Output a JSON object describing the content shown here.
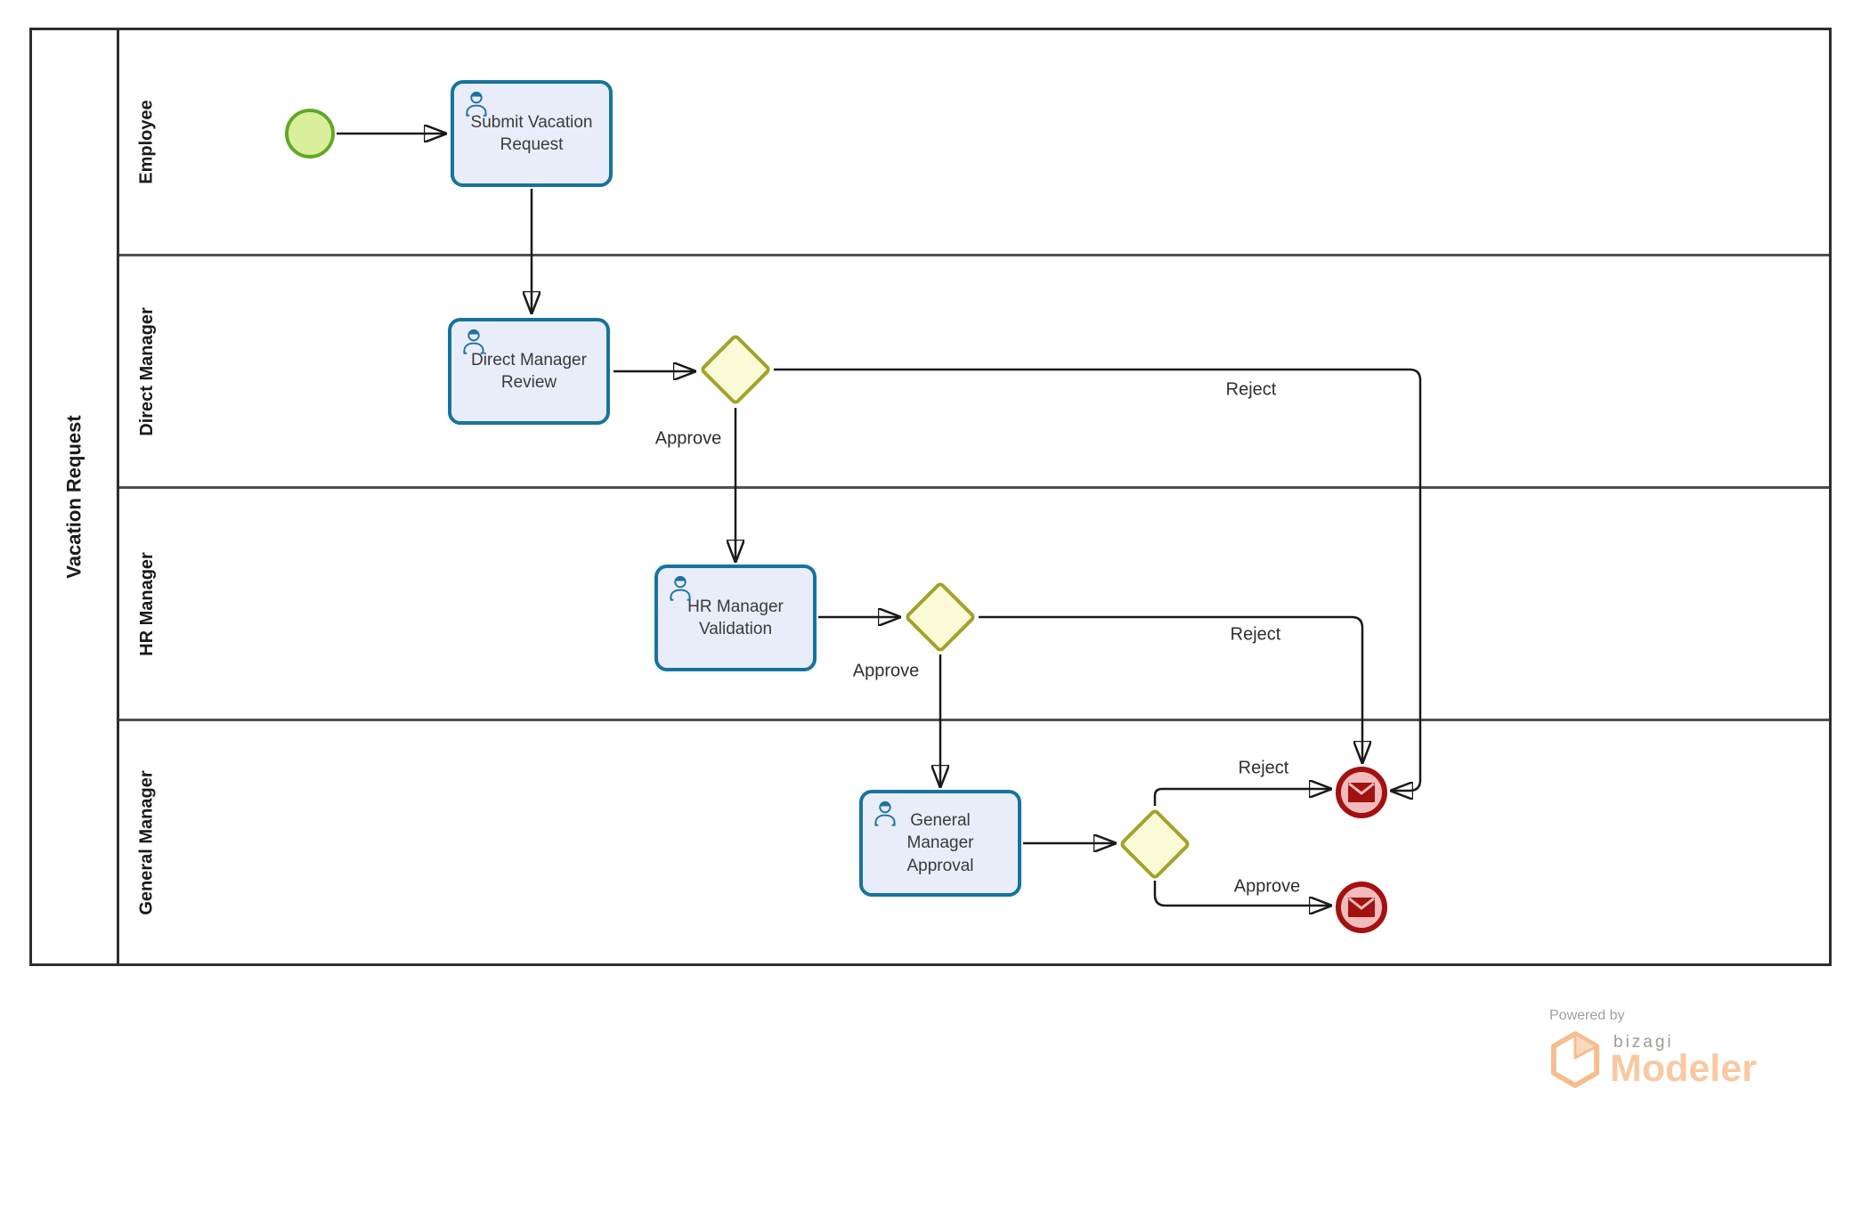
{
  "pool": {
    "label": "Vacation Request"
  },
  "lanes": [
    {
      "label": "Employee"
    },
    {
      "label": "Direct Manager"
    },
    {
      "label": "HR Manager"
    },
    {
      "label": "General Manager"
    }
  ],
  "tasks": [
    {
      "label": "Submit Vacation Request"
    },
    {
      "label": "Direct Manager Review"
    },
    {
      "label": "HR Manager Validation"
    },
    {
      "label": "General Manager Approval"
    }
  ],
  "flow_labels": {
    "dm_approve": "Approve",
    "dm_reject": "Reject",
    "hr_approve": "Approve",
    "hr_reject": "Reject",
    "gm_reject": "Reject",
    "gm_approve": "Approve"
  },
  "events": {
    "start": "start-event",
    "end_reject": "message-end-event",
    "end_approve": "message-end-event"
  },
  "icons": {
    "task_icon": "user-icon",
    "end_icon": "message-envelope-icon",
    "logo_icon": "bizagi-hexagon-icon"
  },
  "logo": {
    "powered_by": "Powered by",
    "brand": "bizagi",
    "product": "Modeler"
  },
  "colors": {
    "task_border": "#17739e",
    "task_fill": "#e9edfa",
    "gateway_border": "#a3a229",
    "gateway_fill": "#fafad7",
    "start_border": "#61a827",
    "start_fill": "#d9ef9c",
    "end_border": "#a31111",
    "end_fill": "#f2bcbc",
    "flow_line": "#1a1a1a",
    "lane_line": "#4f4f4f",
    "logo_orange": "#f8c9a2"
  }
}
